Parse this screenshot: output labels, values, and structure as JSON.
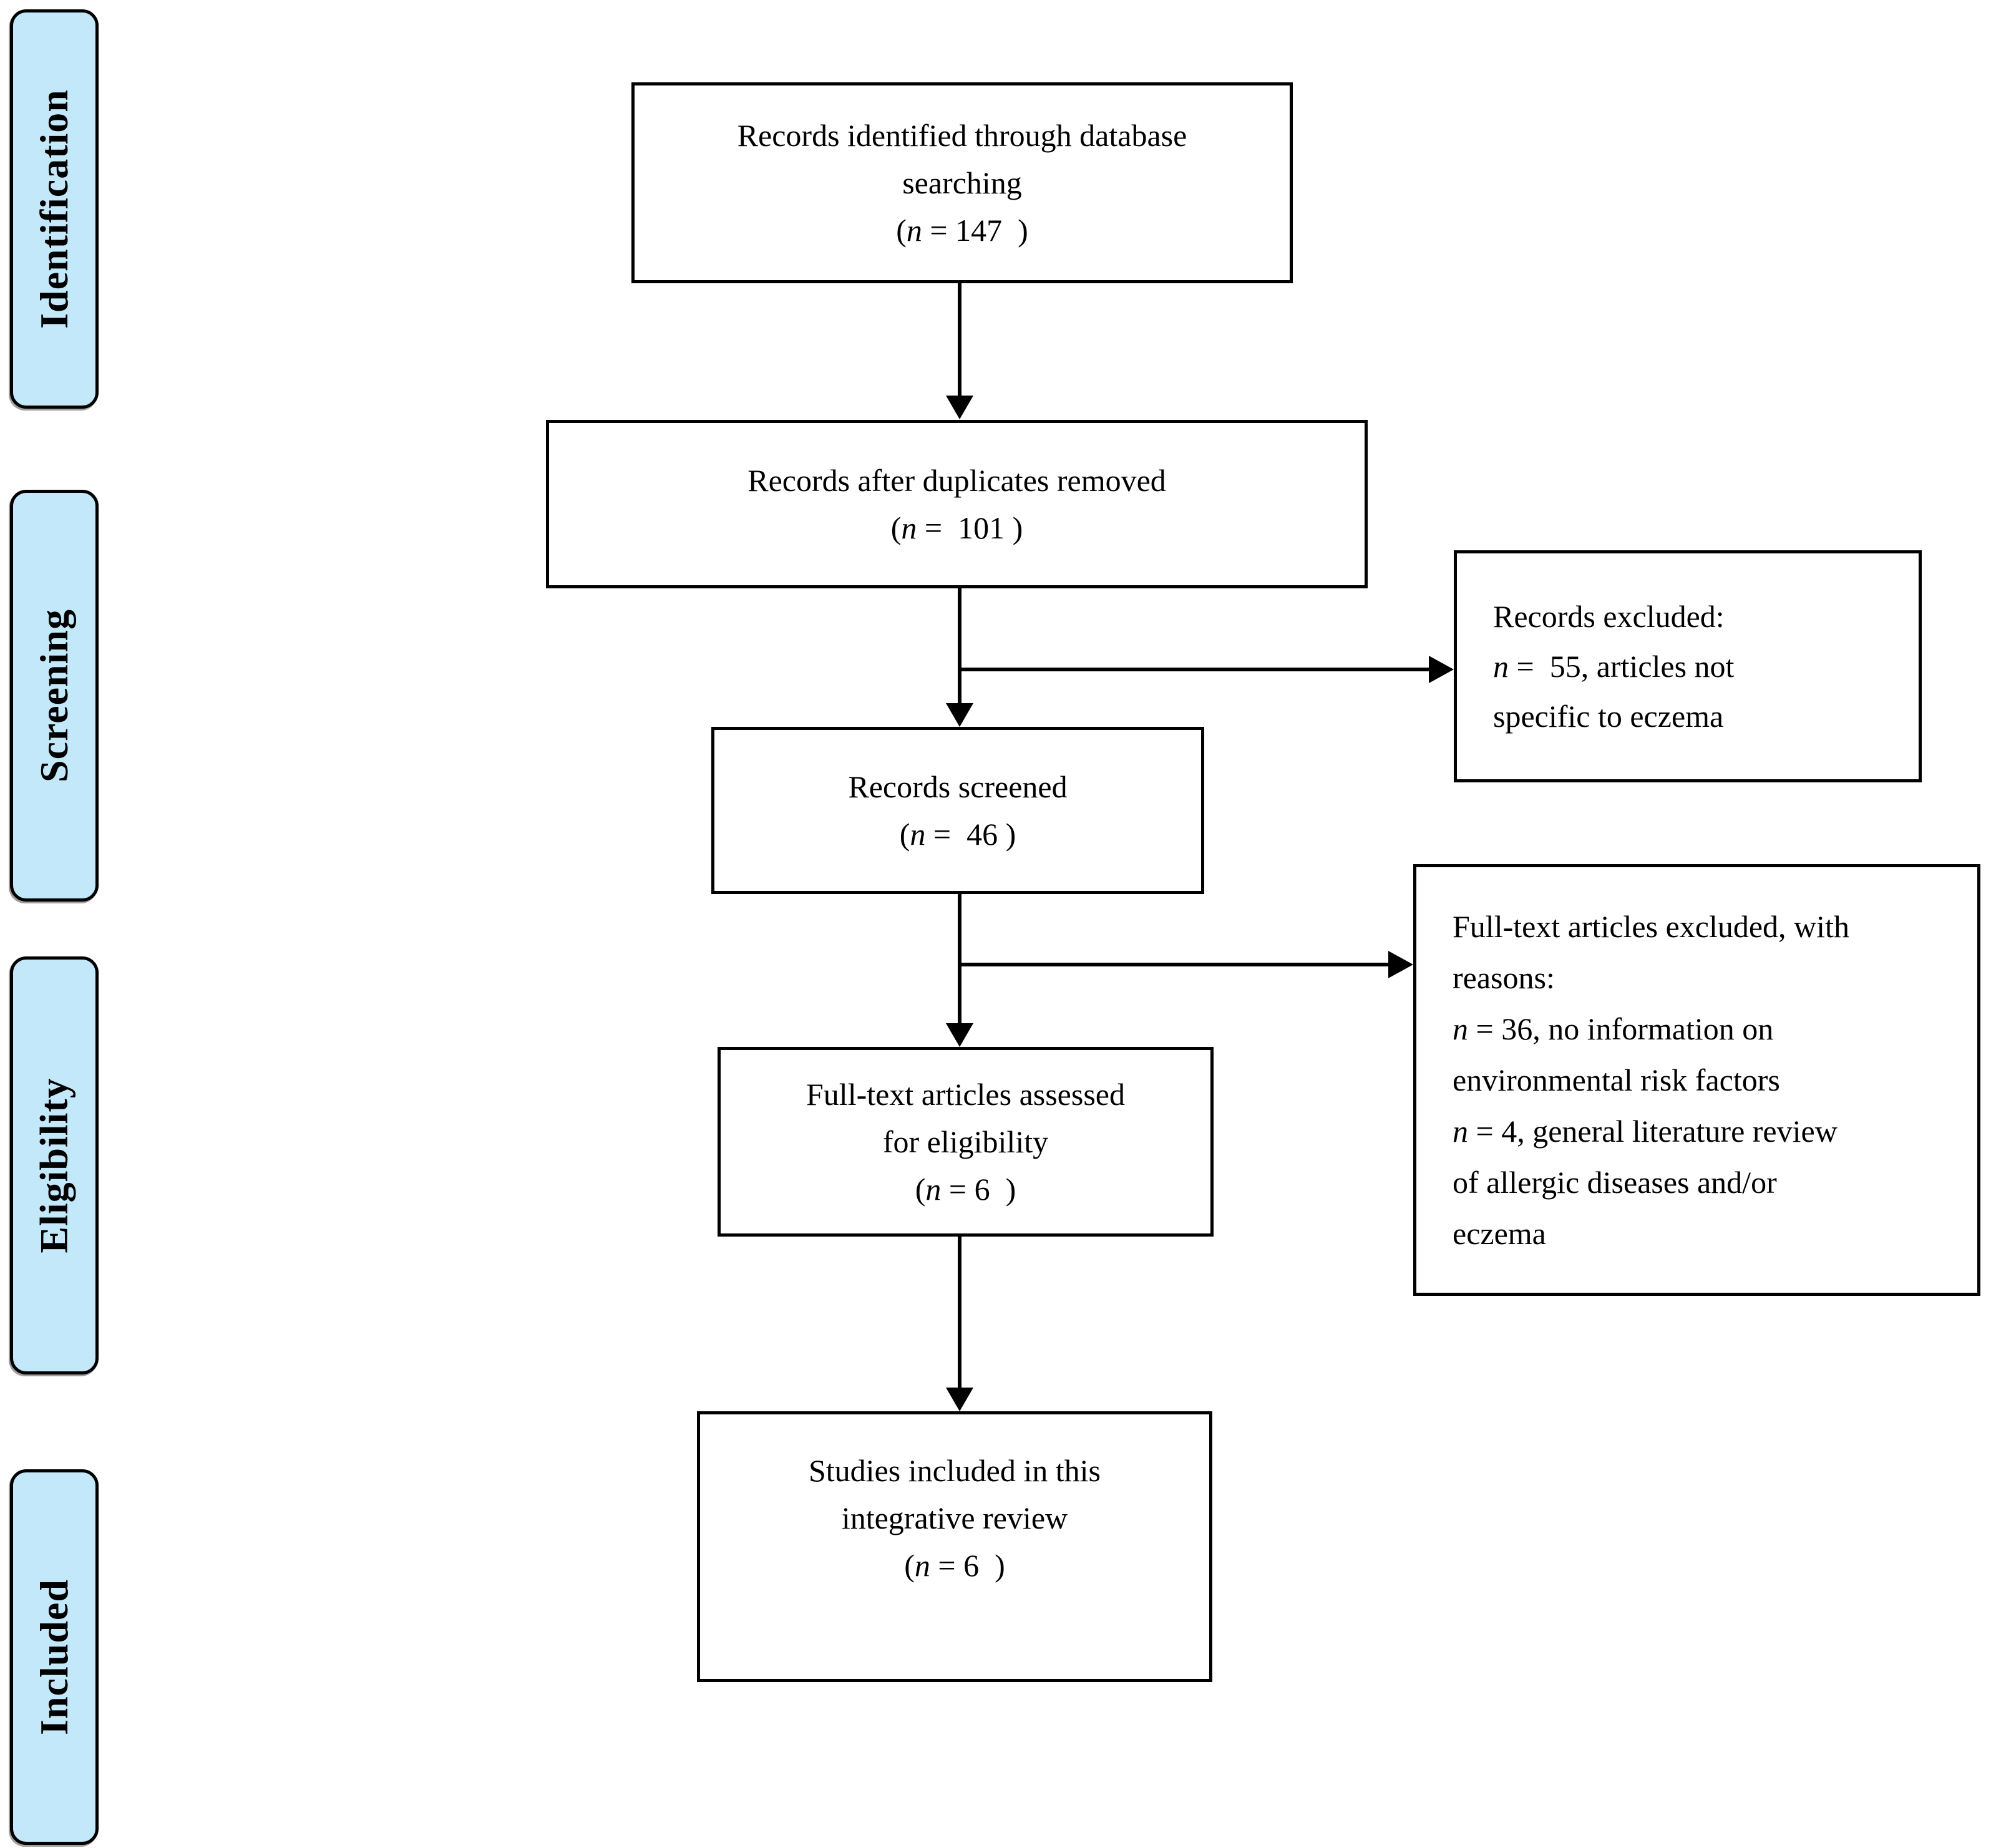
{
  "colors": {
    "phase_fill": "#c2e8fa",
    "box_fill": "#ffffff",
    "border": "#000000",
    "text": "#000000"
  },
  "phases": [
    {
      "label": "Identification"
    },
    {
      "label": "Screening"
    },
    {
      "label": "Eligibility"
    },
    {
      "label": "Included"
    }
  ],
  "boxes": {
    "identified": {
      "lines": [
        [
          {
            "t": "Records identified through database"
          }
        ],
        [
          {
            "t": "searching"
          }
        ],
        [
          {
            "t": "("
          },
          {
            "t": "n",
            "i": 1
          },
          {
            "t": " = 147  )"
          }
        ]
      ]
    },
    "deduplicated": {
      "lines": [
        [
          {
            "t": "Records after duplicates removed"
          }
        ],
        [
          {
            "t": "("
          },
          {
            "t": "n",
            "i": 1
          },
          {
            "t": " =  101 )"
          }
        ]
      ]
    },
    "screened": {
      "lines": [
        [
          {
            "t": "Records screened"
          }
        ],
        [
          {
            "t": "("
          },
          {
            "t": "n",
            "i": 1
          },
          {
            "t": " =  46 )"
          }
        ]
      ]
    },
    "fulltext_assessed": {
      "lines": [
        [
          {
            "t": "Full-text articles assessed"
          }
        ],
        [
          {
            "t": "for eligibility"
          }
        ],
        [
          {
            "t": "("
          },
          {
            "t": "n",
            "i": 1
          },
          {
            "t": " = 6  )"
          }
        ]
      ]
    },
    "included_studies": {
      "lines": [
        [
          {
            "t": "Studies included in this"
          }
        ],
        [
          {
            "t": "integrative review"
          }
        ],
        [
          {
            "t": "("
          },
          {
            "t": "n",
            "i": 1
          },
          {
            "t": " = 6  )"
          }
        ]
      ]
    },
    "records_excluded": {
      "lines": [
        [
          {
            "t": "Records excluded:"
          }
        ],
        [
          {
            "t": "n",
            "i": 1
          },
          {
            "t": " =  55, articles not"
          }
        ],
        [
          {
            "t": "specific to eczema"
          }
        ]
      ]
    },
    "fulltext_excluded": {
      "lines": [
        [
          {
            "t": "Full-text articles excluded, with"
          }
        ],
        [
          {
            "t": "reasons:"
          }
        ],
        [
          {
            "t": "n",
            "i": 1
          },
          {
            "t": " = 36, no information on"
          }
        ],
        [
          {
            "t": "environmental risk factors"
          }
        ],
        [
          {
            "t": "n",
            "i": 1
          },
          {
            "t": " = 4, general literature review"
          }
        ],
        [
          {
            "t": "of allergic diseases and/or"
          }
        ],
        [
          {
            "t": "eczema"
          }
        ]
      ]
    }
  }
}
